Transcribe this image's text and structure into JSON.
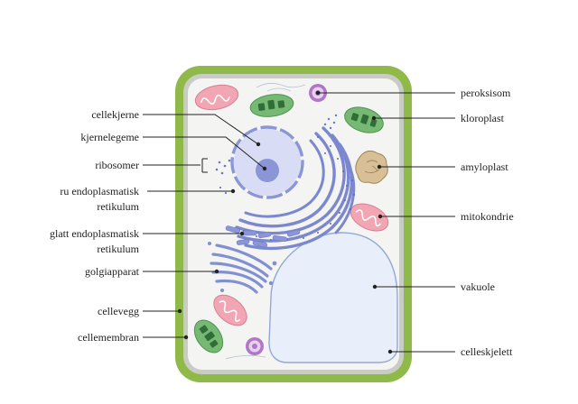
{
  "colors": {
    "cell_wall": "#8fba4a",
    "cell_membrane": "#c8ccc4",
    "cytoplasm": "#f3f4f2",
    "nucleus": "#d8dcf4",
    "nucleolus": "#8b96d6",
    "er": "#7b88cf",
    "vacuole": "#e6eefb",
    "chloroplast": "#76b874",
    "mitochondria": "#f2a6b4",
    "amyloplast": "#d8bf95",
    "peroxisome": "#b176c8"
  },
  "labels": {
    "left": {
      "cellekjerne": "cellekjerne",
      "kjernelegeme": "kjernelegeme",
      "ribosomer": "ribosomer",
      "ru_er_line1": "ru endoplasmatisk",
      "ru_er_line2": "retikulum",
      "glatt_er_line1": "glatt endoplasmatisk",
      "glatt_er_line2": "retikulum",
      "golgiapparat": "golgiapparat",
      "cellevegg": "cellevegg",
      "cellemembran": "cellemembran"
    },
    "right": {
      "peroksisom": "peroksisom",
      "kloroplast": "kloroplast",
      "amyloplast": "amyloplast",
      "mitokondrie": "mitokondrie",
      "vakuole": "vakuole",
      "celleskjelett": "celleskjelett"
    }
  }
}
